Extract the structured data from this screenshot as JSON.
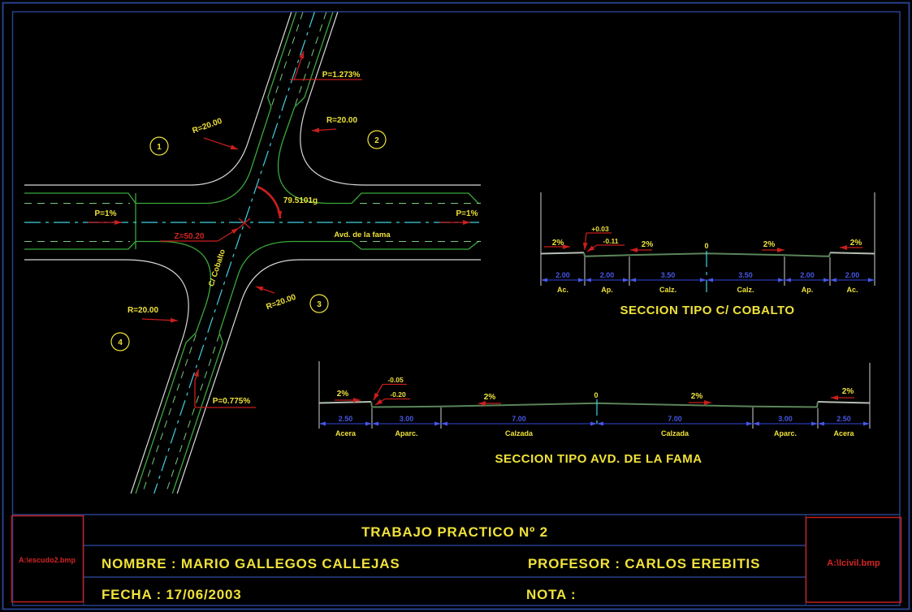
{
  "drawing": {
    "plan": {
      "slope_top": "P=1.273%",
      "slope_left": "P=1%",
      "slope_right": "P=1%",
      "slope_bottom": "P=0.775%",
      "radius_labels": [
        "R=20.00",
        "R=20.00",
        "R=20.00",
        "R=20.00"
      ],
      "corner_numbers": [
        "1",
        "2",
        "3",
        "4"
      ],
      "angle": "79.5101g",
      "elevation": "Z=50.20",
      "street_horizontal": "Avd. de la fama",
      "street_diagonal": "C/ Cobalto"
    },
    "section_cobalto": {
      "title": "SECCION TIPO C/ COBALTO",
      "zero": "0",
      "level_top": "+0.03",
      "level_bottom": "-0.11",
      "slopes": [
        "2%",
        "2%",
        "2%",
        "2%"
      ],
      "dims": [
        "2.00",
        "2.00",
        "3.50",
        "3.50",
        "2.00",
        "2.00"
      ],
      "labels": [
        "Ac.",
        "Ap.",
        "Calz.",
        "Calz.",
        "Ap.",
        "Ac."
      ]
    },
    "section_fama": {
      "title": "SECCION TIPO AVD. DE LA FAMA",
      "zero": "0",
      "level_top": "-0.05",
      "level_bottom": "-0.20",
      "slopes": [
        "2%",
        "2%",
        "2%",
        "2%"
      ],
      "dims": [
        "2.50",
        "3.00",
        "7.00",
        "7.00",
        "3.00",
        "2.50"
      ],
      "labels": [
        "Acera",
        "Aparc.",
        "Calzada",
        "Calzada",
        "Aparc.",
        "Acera"
      ]
    }
  },
  "title_block": {
    "title": "TRABAJO PRACTICO Nº 2",
    "name": "NOMBRE : MARIO GALLEGOS CALLEJAS",
    "professor": "PROFESOR : CARLOS EREBITIS",
    "date": "FECHA : 17/06/2003",
    "note": "NOTA :",
    "stamp_left": "A:\\escudo2.bmp",
    "stamp_right": "A:\\lcivil.bmp"
  },
  "colors": {
    "background": "#000000",
    "border_blue": "#27418c",
    "cad_yellow": "#efe23a",
    "annotation_red": "#c81e1e",
    "curb_green": "#3aa83a",
    "marking_green": "#7cc87c",
    "centerline_cyan": "#3fd2e2",
    "dimension_blue": "#4656e4",
    "sidewalk_white": "#d6dad4"
  }
}
